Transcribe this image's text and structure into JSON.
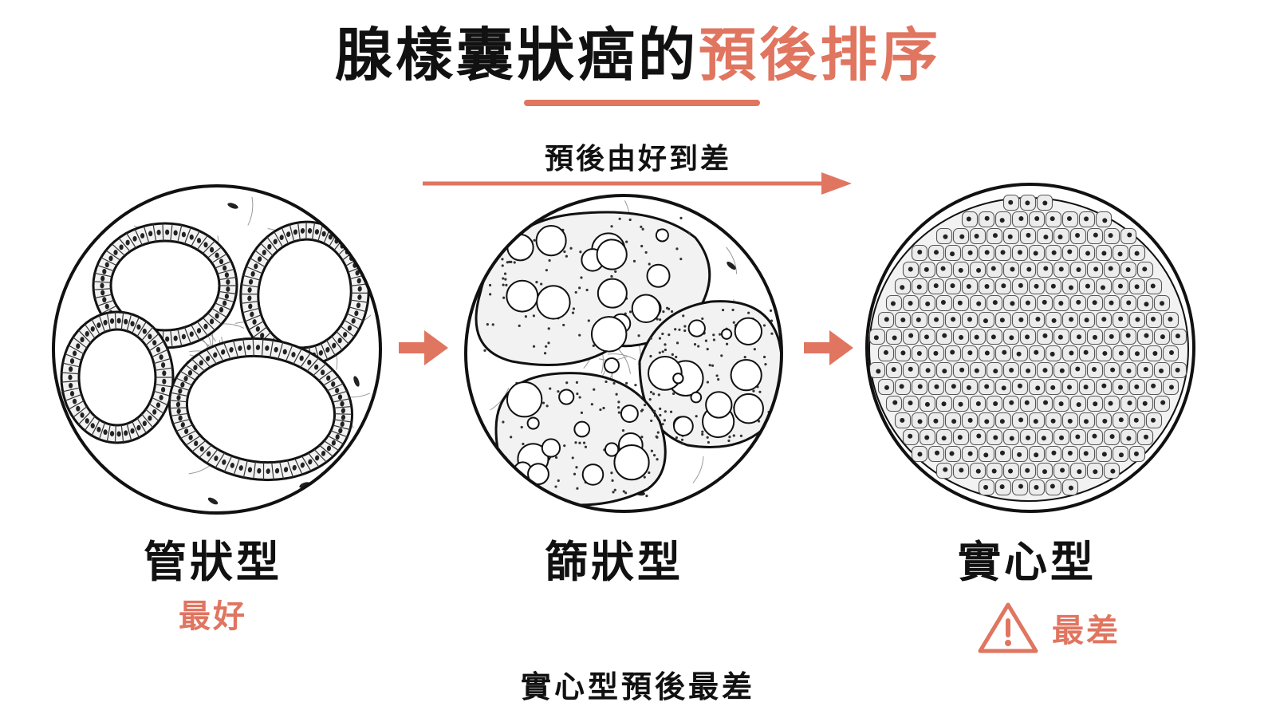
{
  "title": {
    "main": "腺樣囊狀癌的",
    "accent": "預後排序"
  },
  "trend": {
    "label": "預後由好到差"
  },
  "panels": [
    {
      "name": "管狀型",
      "prognosis": "最好"
    },
    {
      "name": "篩狀型",
      "prognosis": ""
    },
    {
      "name": "實心型",
      "prognosis": "最差"
    }
  ],
  "conclusion": "實心型預後最差",
  "colors": {
    "accent": "#e07560",
    "ink": "#111111",
    "cell_fill": "#f2f2f2"
  },
  "icons": {
    "warning": "warning-triangle-icon"
  }
}
